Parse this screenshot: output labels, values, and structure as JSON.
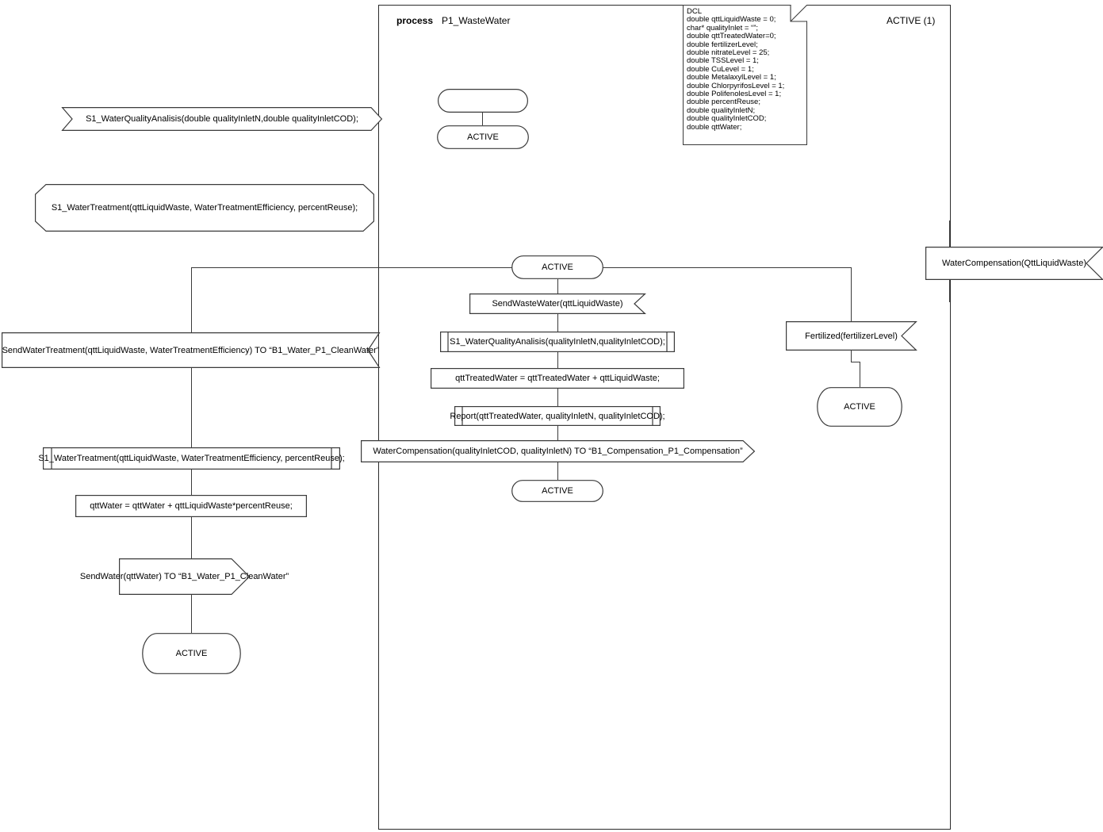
{
  "diagram": {
    "kind": "SDL process diagram",
    "header": {
      "keyword": "process",
      "name": "P1_WasteWater",
      "instances_label": "ACTIVE (1)"
    },
    "declaration_note": {
      "title": "DCL",
      "text": "DCL\ndouble qttLiquidWaste = 0;\nchar* qualityInlet = “”;\ndouble qttTreatedWater=0;\ndouble fertilizerLevel;\ndouble nitrateLevel = 25;\ndouble TSSLevel = 1;\ndouble CuLevel = 1;\ndouble MetalaxylLevel = 1;\ndouble ChlorpyrifosLevel = 1;\ndouble PolifenolesLevel = 1;\ndouble percentReuse;\ndouble qualityInletN;\ndouble qualityInletCOD;\ndouble qttWater;"
    },
    "nodes": {
      "start_symbol": "",
      "state_initial": "ACTIVE",
      "input_water_quality_analisis": "S1_WaterQualityAnalisis(double qualityInletN,double qualityInletCOD);",
      "input_water_treatment": "S1_WaterTreatment(qttLiquidWaste, WaterTreatmentEfficiency, percentReuse);",
      "state_center": "ACTIVE",
      "input_send_waste_water": "SendWasteWater(qttLiquidWaste)",
      "call_water_quality_analisis": "S1_WaterQualityAnalisis(qualityInletN,qualityInletCOD);",
      "task_qtt_treated_water": "qttTreatedWater = qttTreatedWater + qttLiquidWaste;",
      "call_report": "Report(qttTreatedWater, qualityInletN, qualityInletCOD);",
      "output_water_compensation": "WaterCompensation(qualityInletCOD, qualityInletN) TO “B1_Compensation_P1_Compensation”",
      "state_center_bottom": "ACTIVE",
      "output_send_water_treatment": "SendWaterTreatment(qttLiquidWaste, WaterTreatmentEfficiency) TO “B1_Water_P1_CleanWater”",
      "call_water_treatment": "S1_WaterTreatment(qttLiquidWaste, WaterTreatmentEfficiency, percentReuse);",
      "task_qtt_water": "qttWater = qttWater + qttLiquidWaste*percentReuse;",
      "output_send_water": "SendWater(qttWater) TO “B1_Water_P1_CleanWater”",
      "state_left_bottom": "ACTIVE",
      "input_water_compensation_right": "WaterCompensation(QttLiquidWaste)",
      "input_fertilized": "Fertilized(fertilizerLevel)",
      "state_right_bottom": "ACTIVE"
    },
    "colors": {
      "stroke": "#3a3a3a",
      "frame": "#2b2b2b",
      "text": "#000000",
      "background": "#ffffff"
    }
  }
}
